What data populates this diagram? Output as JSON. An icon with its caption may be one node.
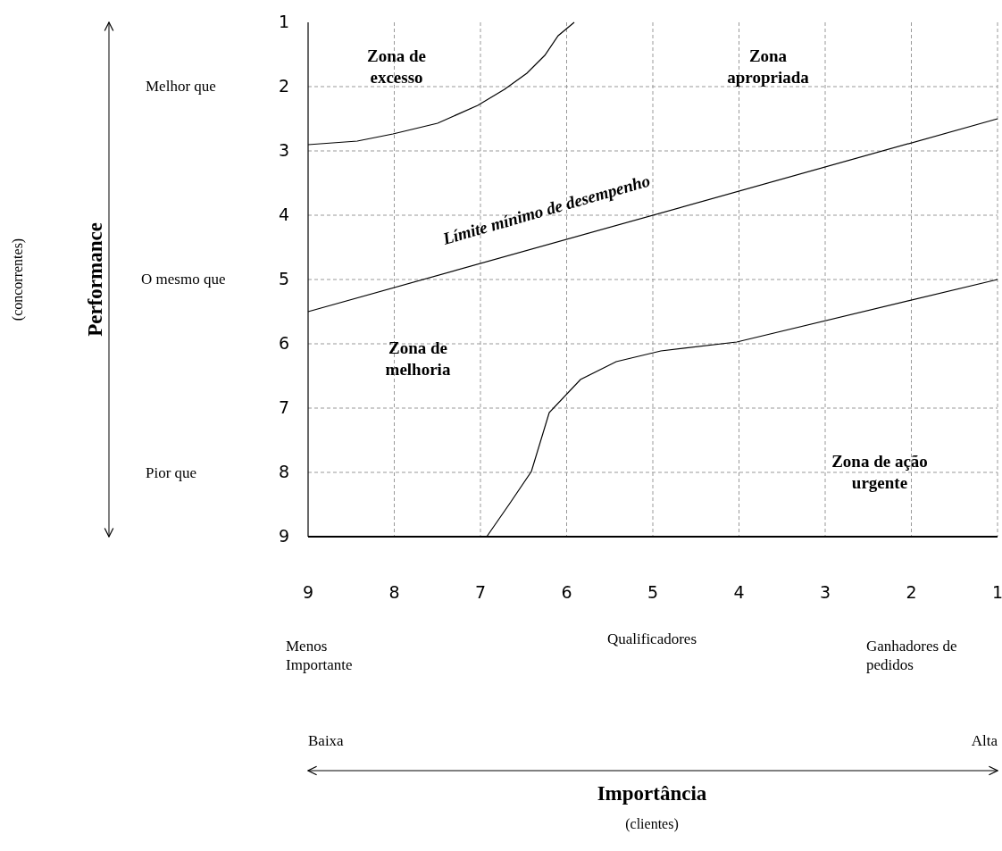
{
  "diagram": {
    "labels": [
      "1",
      "Zona de excesso",
      "Zona apropriada",
      "Melhor que",
      "2",
      "3",
      "Límite mínimo de desempenho",
      "4",
      "(concorrentes)",
      "Performance",
      "O mesmo que",
      "5",
      "6",
      "Zona de melhoria",
      "7",
      "Pior que",
      "8",
      "Zona de ação urgente",
      "9",
      "9",
      "8",
      "7",
      "6",
      "5",
      "4",
      "3",
      "2",
      "1",
      "Menos Importante",
      "Qualificadores",
      "Ganhadores de pedidos",
      "Baixa",
      "Alta",
      "Importância",
      "(clientes)"
    ]
  }
}
